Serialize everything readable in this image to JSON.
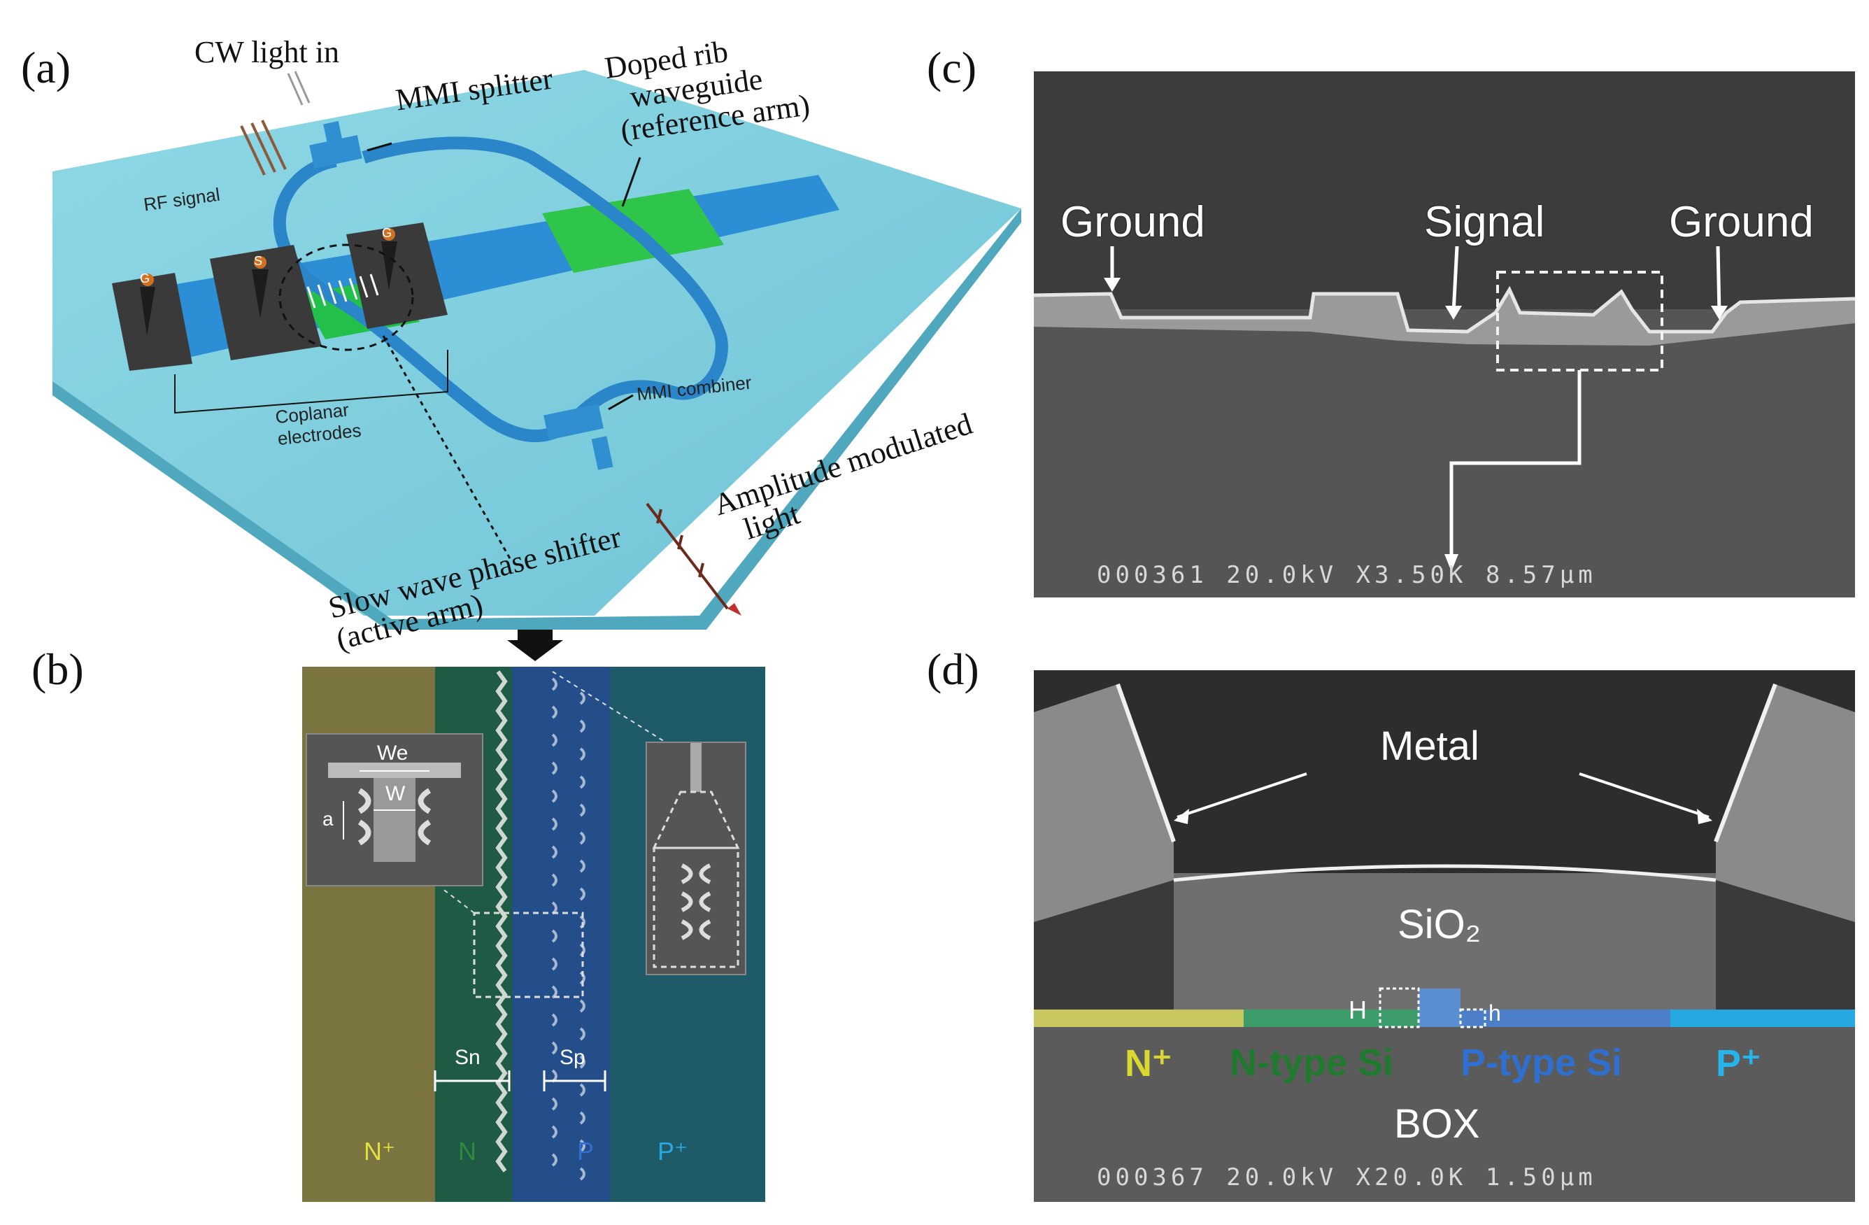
{
  "panels": {
    "a": {
      "label": "(a)",
      "cw_light_in": "CW light in",
      "mmi_splitter": "MMI splitter",
      "doped_rib_line1": "Doped rib",
      "doped_rib_line2": "waveguide",
      "doped_rib_line3": "(reference arm)",
      "rf_signal": "RF signal",
      "coplanar_line1": "Coplanar",
      "coplanar_line2": "electrodes",
      "mmi_combiner": "MMI combiner",
      "amplitude_line1": "Amplitude modulated",
      "amplitude_line2": "light",
      "slow_wave_line1": "Slow wave phase shifter",
      "slow_wave_line2": "(active arm)",
      "electrode_marks": [
        "G",
        "S",
        "G"
      ]
    },
    "b": {
      "label": "(b)",
      "inset_we": "We",
      "inset_w": "W",
      "inset_a": "a",
      "sn": "Sn",
      "sp": "Sp",
      "regions": [
        "N⁺",
        "N",
        "P",
        "P⁺"
      ]
    },
    "c": {
      "label": "(c)",
      "ground_left": "Ground",
      "signal": "Signal",
      "ground_right": "Ground",
      "footer": "000361 20.0kV X3.50K 8.57μm"
    },
    "d": {
      "label": "(d)",
      "metal": "Metal",
      "sio2": "SiO₂",
      "h_big": "H",
      "h_small": "h",
      "n_plus": "N⁺",
      "n_type": "N-type Si",
      "p_type": "P-type Si",
      "p_plus": "P⁺",
      "box": "BOX",
      "footer": "000367 20.0kV X20.0K 1.50μm"
    }
  },
  "colors": {
    "chip_top": "#7fd0e0",
    "chip_side": "#5fb5c8",
    "blue_band": "#2f8ed3",
    "green_doped": "#2fc447",
    "electrode": "#3a3a3a",
    "sem_bg": "#4a4a4a",
    "n_plus": "#c8c860",
    "n_type": "#2e8a3c",
    "p_type": "#2f6fd0",
    "p_plus": "#25a9e0"
  }
}
